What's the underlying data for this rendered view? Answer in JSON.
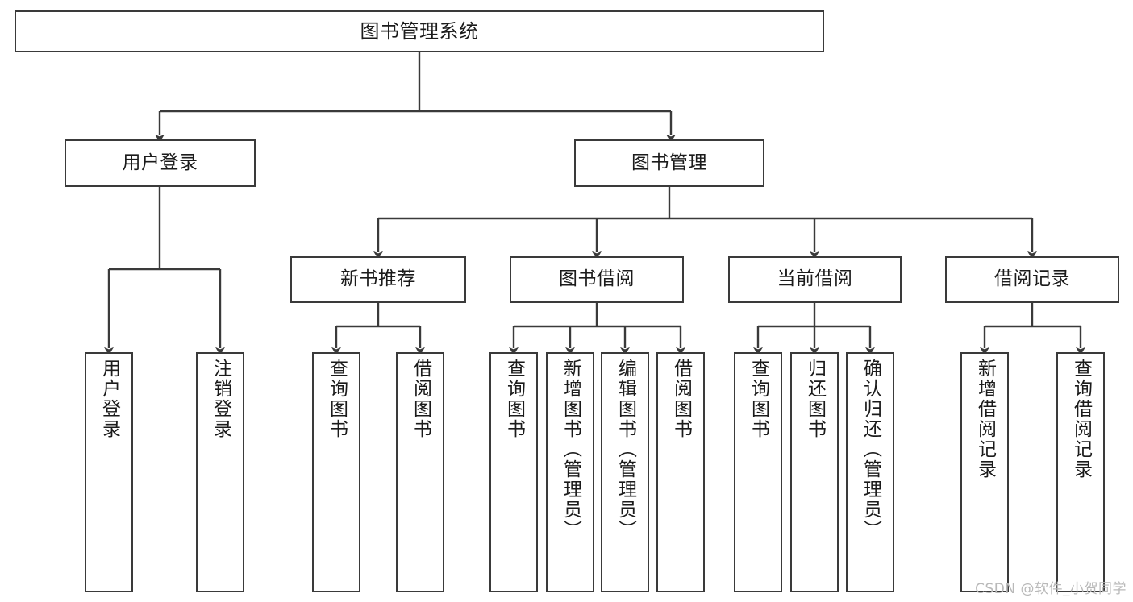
{
  "diagram": {
    "title": "图书管理系统",
    "type": "tree-hierarchy",
    "stroke_color": "#3a3a3a",
    "fill_color": "#ffffff",
    "text_color": "#1b1b1b",
    "nodes": {
      "root": {
        "label": "图书管理系统"
      },
      "tier2": [
        {
          "label": "用户登录"
        },
        {
          "label": "图书管理"
        }
      ],
      "tier3": [
        {
          "label": "新书推荐"
        },
        {
          "label": "图书借阅"
        },
        {
          "label": "当前借阅"
        },
        {
          "label": "借阅记录"
        }
      ],
      "leaves_user_login": [
        {
          "label": "用户登录"
        },
        {
          "label": "注销登录"
        }
      ],
      "leaves_new_book": [
        {
          "label": "查询图书"
        },
        {
          "label": "借阅图书"
        }
      ],
      "leaves_borrow": [
        {
          "label": "查询图书"
        },
        {
          "label": "新增图书（管理员）"
        },
        {
          "label": "编辑图书（管理员）"
        },
        {
          "label": "借阅图书"
        }
      ],
      "leaves_current": [
        {
          "label": "查询图书"
        },
        {
          "label": "归还图书"
        },
        {
          "label": "确认归还（管理员）"
        }
      ],
      "leaves_record": [
        {
          "label": "新增借阅记录"
        },
        {
          "label": "查询借阅记录"
        }
      ]
    }
  },
  "watermark": {
    "text": "CSDN @软件_小贺同学",
    "color": "#b9b9b9"
  }
}
